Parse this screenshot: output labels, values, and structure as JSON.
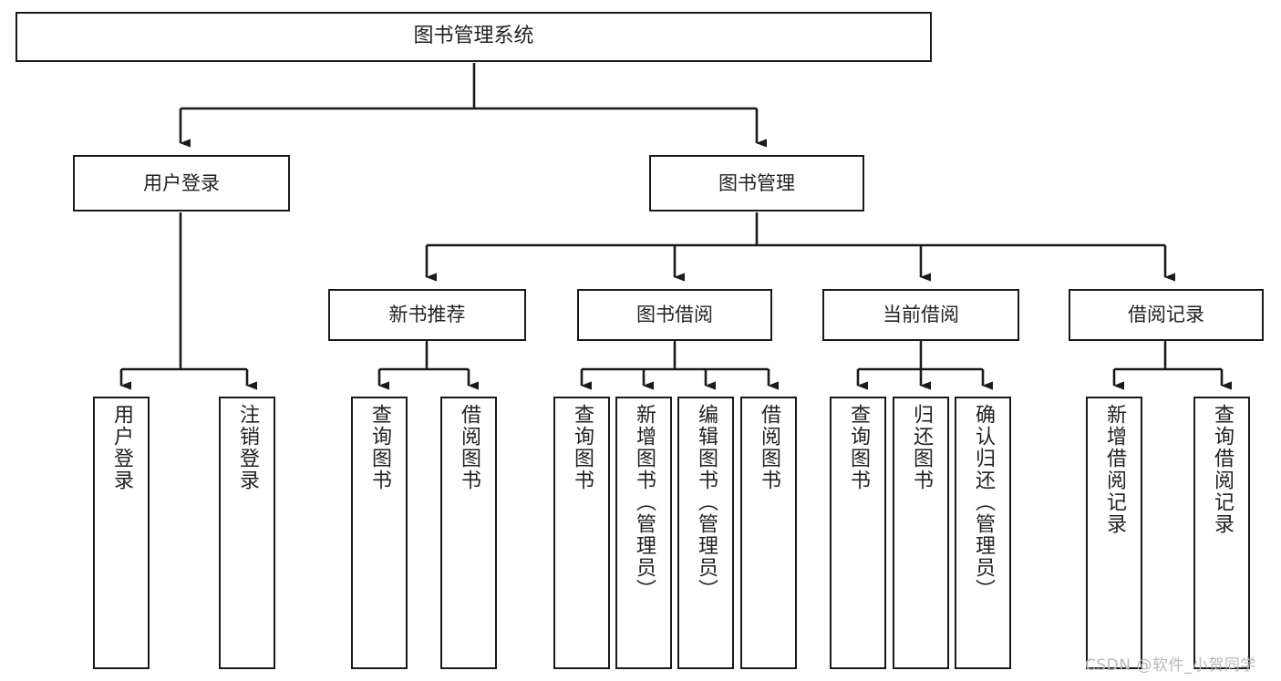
{
  "diagram": {
    "title": "图书管理系统",
    "type": "tree-hierarchy-diagram",
    "colors": {
      "box_stroke": "#1a1a1a",
      "box_fill": "#ffffff",
      "connector": "#1a1a1a",
      "text": "#222222",
      "watermark": "#b9b9b9"
    },
    "root": {
      "label": "图书管理系统"
    },
    "level2": [
      {
        "label": "用户登录"
      },
      {
        "label": "图书管理"
      }
    ],
    "level3": [
      {
        "label": "新书推荐"
      },
      {
        "label": "图书借阅"
      },
      {
        "label": "当前借阅"
      },
      {
        "label": "借阅记录"
      }
    ],
    "leaves": {
      "user_login": [
        {
          "label": "用户登录"
        },
        {
          "label": "注销登录"
        }
      ],
      "new_book_recommend": [
        {
          "label": "查询图书"
        },
        {
          "label": "借阅图书"
        }
      ],
      "book_borrow": [
        {
          "label": "查询图书"
        },
        {
          "label": "新增图书（管理员）"
        },
        {
          "label": "编辑图书（管理员）"
        },
        {
          "label": "借阅图书"
        }
      ],
      "current_borrow": [
        {
          "label": "查询图书"
        },
        {
          "label": "归还图书"
        },
        {
          "label": "确认归还（管理员）"
        }
      ],
      "borrow_record": [
        {
          "label": "新增借阅记录"
        },
        {
          "label": "查询借阅记录"
        }
      ]
    }
  },
  "watermark": {
    "text": "CSDN @软件_小贺同学"
  }
}
